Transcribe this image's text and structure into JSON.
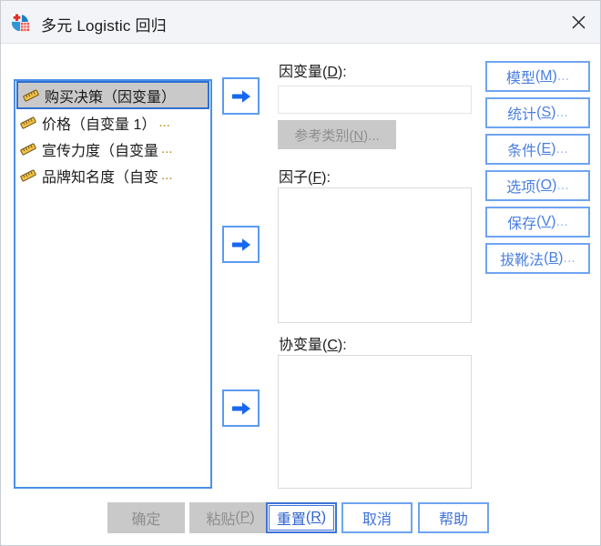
{
  "window": {
    "title": "多元 Logistic 回归",
    "app_icon": "spss-icon",
    "close_label": "×"
  },
  "variable_list": {
    "name": "source-variable-list",
    "items": [
      {
        "label": "购买决策（因变量）",
        "icon": "scale-measure-icon",
        "selected": true,
        "truncated": false
      },
      {
        "label": "价格（自变量 1）",
        "icon": "scale-measure-icon",
        "selected": false,
        "truncated": true
      },
      {
        "label": "宣传力度（自变量",
        "icon": "scale-measure-icon",
        "selected": false,
        "truncated": true
      },
      {
        "label": "品牌知名度（自变",
        "icon": "scale-measure-icon",
        "selected": false,
        "truncated": true
      }
    ],
    "ellipsis": "..."
  },
  "arrows": {
    "dependent": "move-to-dependent-arrow",
    "factor": "move-to-factor-arrow",
    "covariate": "move-to-covariate-arrow"
  },
  "fields": {
    "dependent": {
      "label_pre": "因变量",
      "label_accel": "D",
      "label_post": "):",
      "label_open": "(",
      "value": "",
      "placeholder": ""
    },
    "factor": {
      "label_pre": "因子",
      "label_accel": "F",
      "label_open": "(",
      "label_post": "):",
      "items": []
    },
    "covariate": {
      "label_pre": "协变量",
      "label_accel": "C",
      "label_open": "(",
      "label_post": "):",
      "items": []
    }
  },
  "ref_category_button": {
    "text_pre": "参考类别",
    "accel": "N",
    "text_post": ")...",
    "open": "(",
    "enabled": false
  },
  "side_buttons": [
    {
      "text_pre": "模型",
      "accel": "M",
      "text_post": ")",
      "open": "(",
      "dots": "...",
      "name": "model-button"
    },
    {
      "text_pre": "统计",
      "accel": "S",
      "text_post": ")",
      "open": "(",
      "dots": "...",
      "name": "statistics-button"
    },
    {
      "text_pre": "条件",
      "accel": "E",
      "text_post": ")",
      "open": "(",
      "dots": "...",
      "name": "criteria-button"
    },
    {
      "text_pre": "选项",
      "accel": "O",
      "text_post": ")",
      "open": "(",
      "dots": "...",
      "name": "options-button"
    },
    {
      "text_pre": "保存",
      "accel": "V",
      "text_post": ")",
      "open": "(",
      "dots": "...",
      "name": "save-button"
    },
    {
      "text_pre": "拔靴法",
      "accel": "B",
      "text_post": ")",
      "open": "(",
      "dots": "...",
      "name": "bootstrap-button"
    }
  ],
  "bottom_buttons": {
    "ok": {
      "text": "确定",
      "enabled": false
    },
    "paste": {
      "text_pre": "粘贴",
      "accel": "P",
      "open": "(",
      "text_post": ")",
      "enabled": false
    },
    "reset": {
      "text_pre": "重置",
      "accel": "R",
      "open": "(",
      "text_post": ")",
      "enabled": true,
      "focused": true
    },
    "cancel": {
      "text": "取消",
      "enabled": true
    },
    "help": {
      "text": "帮助",
      "enabled": true
    }
  },
  "colors": {
    "accent_blue": "#4a90e8",
    "button_blue": "#6ea4f2",
    "button_text_blue": "#4a7fe0",
    "titlebar_bg": "#f2f4f8",
    "disabled_bg": "#c9c9c9",
    "disabled_text": "#8e8e8e",
    "selection_bg": "#c9c9c9"
  }
}
